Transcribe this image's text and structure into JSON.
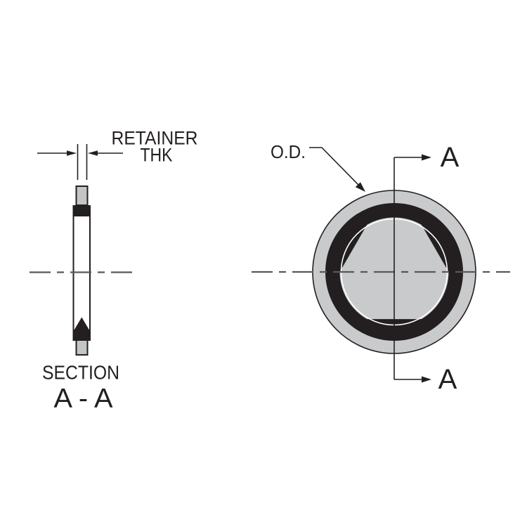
{
  "section_view": {
    "dimension_label_line1": "RETAINER",
    "dimension_label_line2": "THK",
    "caption_line1": "SECTION",
    "caption_line2": "A - A"
  },
  "plan_view": {
    "od_label": "O.D.",
    "cut_label_top": "A",
    "cut_label_bottom": "A"
  },
  "colors": {
    "ink": "#231f20",
    "retainer_gray": "#c9cacc",
    "tab_gray": "#c4c5c7",
    "centerline_gray": "#58585a",
    "bg": "#ffffff"
  }
}
